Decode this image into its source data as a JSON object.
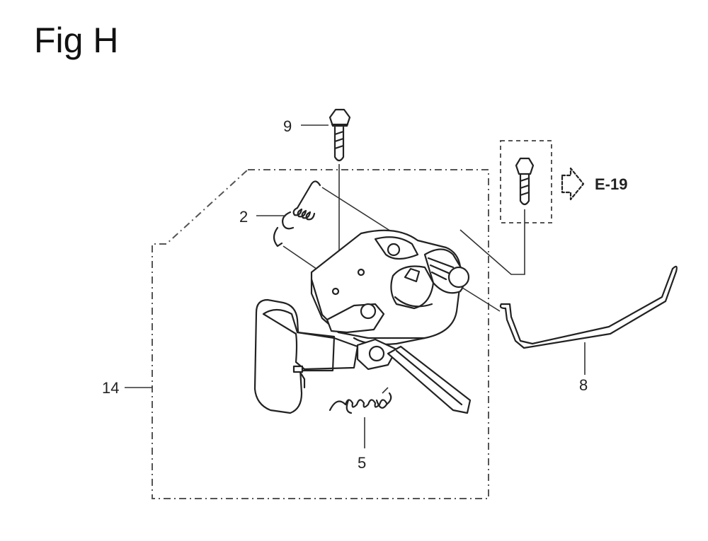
{
  "figure": {
    "title": "Fig H"
  },
  "callouts": [
    {
      "id": "c9",
      "label": "9"
    },
    {
      "id": "c2",
      "label": "2"
    },
    {
      "id": "c14",
      "label": "14"
    },
    {
      "id": "c5",
      "label": "5"
    },
    {
      "id": "c8",
      "label": "8"
    }
  ],
  "reference": {
    "label": "E-19"
  }
}
